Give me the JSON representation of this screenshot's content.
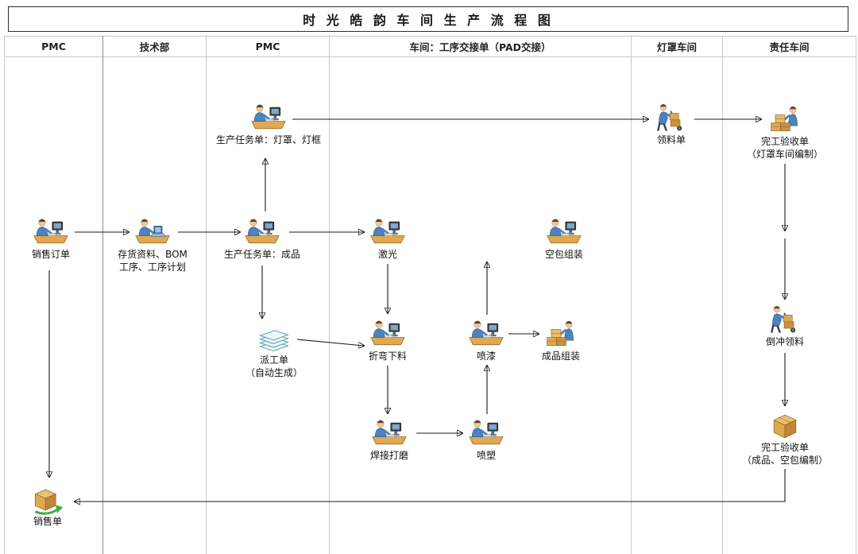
{
  "title": "时 光 皓 韵 车 间 生 产 流 程 图",
  "lanes": [
    {
      "label": "PMC"
    },
    {
      "label": "技术部"
    },
    {
      "label": "PMC"
    },
    {
      "label": "车间：工序交接单（PAD交接）"
    },
    {
      "label": "灯罩车间"
    },
    {
      "label": "责任车间"
    }
  ],
  "nodes": {
    "sales_order": {
      "label": "销售订单",
      "icon": "person-computer-icon"
    },
    "inventory_bom": {
      "label": "存货资料、BOM\n工序、工序计划",
      "icon": "person-laptop-icon"
    },
    "task_lampshade": {
      "label": "生产任务单：灯罩、灯框",
      "icon": "person-computer-icon"
    },
    "task_finished": {
      "label": "生产任务单：成品",
      "icon": "person-computer-icon"
    },
    "dispatch_order": {
      "label": "派工单\n（自动生成）",
      "icon": "papers-stack-icon"
    },
    "laser": {
      "label": "激光",
      "icon": "person-computer-icon"
    },
    "bending_blanking": {
      "label": "折弯下料",
      "icon": "person-computer-icon"
    },
    "welding_grinding": {
      "label": "焊接打磨",
      "icon": "person-computer-icon"
    },
    "powder_coating": {
      "label": "喷塑",
      "icon": "person-computer-icon"
    },
    "painting": {
      "label": "喷漆",
      "icon": "person-computer-icon"
    },
    "empty_pack_assembly": {
      "label": "空包组装",
      "icon": "person-computer-icon"
    },
    "finished_assembly": {
      "label": "成品组装",
      "icon": "person-boxes-icon"
    },
    "material_requisition": {
      "label": "领料单",
      "icon": "handtruck-icon"
    },
    "completion_lampshade": {
      "label": "完工验收单\n（灯罩车间编制）",
      "icon": "person-boxes-icon"
    },
    "backflush_picking": {
      "label": "倒冲领料",
      "icon": "handtruck-icon"
    },
    "completion_finished": {
      "label": "完工验收单\n（成品、空包编制）",
      "icon": "box-icon"
    },
    "sales_slip": {
      "label": "销售单",
      "icon": "box-green-arrow-icon"
    }
  },
  "colors": {
    "connector": "#1a1a1a",
    "lane_border": "#c9c9c9",
    "desk": "#dfa851",
    "person_shirt": "#4f81bd",
    "paper": "#eef6f8",
    "box": "#dfa94f",
    "green_arrow": "#3fae49"
  }
}
